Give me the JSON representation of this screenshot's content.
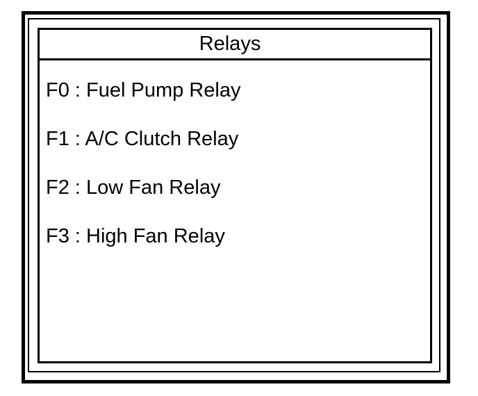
{
  "panel": {
    "title": "Relays"
  },
  "relays": [
    {
      "code": "F0",
      "label": "Fuel Pump Relay",
      "text": "F0 : Fuel Pump Relay"
    },
    {
      "code": "F1",
      "label": "A/C Clutch Relay",
      "text": "F1 : A/C Clutch Relay"
    },
    {
      "code": "F2",
      "label": "Low Fan Relay",
      "text": "F2 : Low Fan Relay"
    },
    {
      "code": "F3",
      "label": "High Fan Relay",
      "text": "F3 : High Fan Relay"
    }
  ],
  "colors": {
    "foreground": "#000000",
    "background": "#ffffff"
  }
}
